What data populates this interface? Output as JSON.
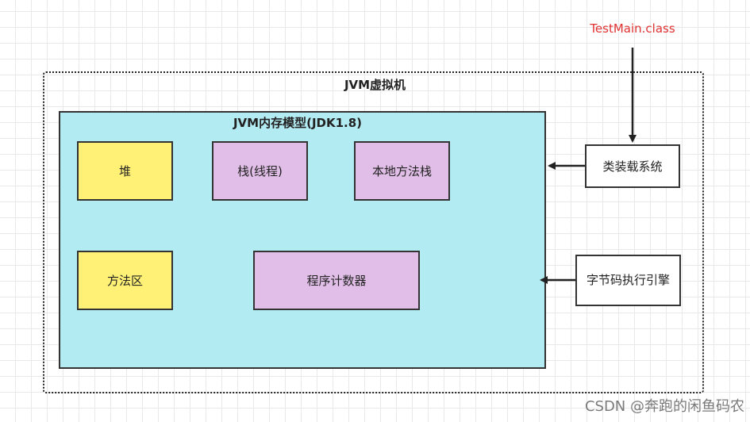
{
  "diagram": {
    "source_label": "TestMain.class",
    "jvm_title": "JVM虚拟机",
    "memory_model_title": "JVM内存模型(JDK1.8)",
    "memory_areas": {
      "heap": "堆",
      "stack": "栈(线程)",
      "native_method_stack": "本地方法栈",
      "method_area": "方法区",
      "program_counter": "程序计数器"
    },
    "class_loader": "类装载系统",
    "bytecode_engine": "字节码执行引擎"
  },
  "watermark": "CSDN @奔跑的闲鱼码农",
  "colors": {
    "memory_bg": "#b2ebf2",
    "yellow_box": "#fff176",
    "purple_box": "#e1bee7",
    "source_label": "#e03232"
  }
}
